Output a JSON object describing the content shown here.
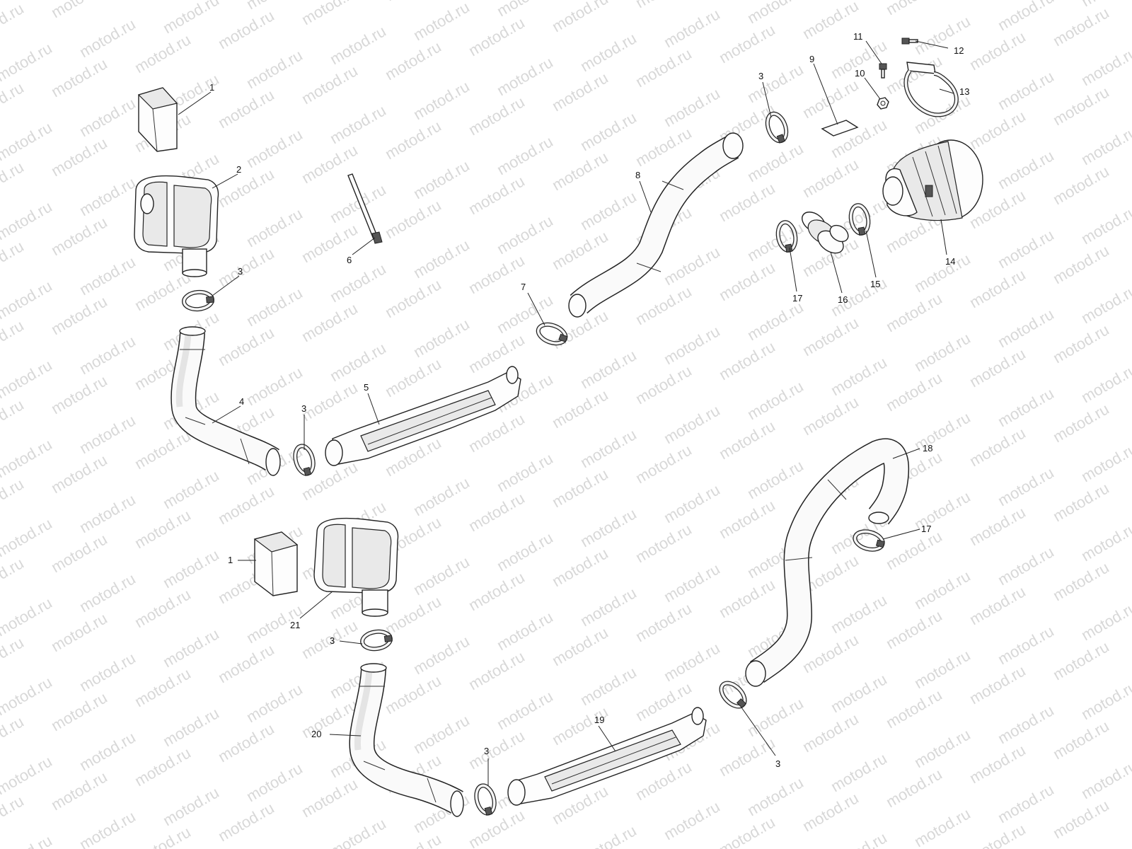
{
  "watermark": {
    "text": "motod.ru",
    "color": "#d8d8d8"
  },
  "callouts": {
    "c1a": "1",
    "c2": "2",
    "c3a": "3",
    "c4": "4",
    "c3b": "3",
    "c5": "5",
    "c6": "6",
    "c7": "7",
    "c8": "8",
    "c3c": "3",
    "c9": "9",
    "c11": "11",
    "c12": "12",
    "c10": "10",
    "c13": "13",
    "c14": "14",
    "c17a": "17",
    "c16": "16",
    "c15": "15",
    "c18": "18",
    "c17b": "17",
    "c1b": "1",
    "c21": "21",
    "c3d": "3",
    "c20": "20",
    "c19": "19",
    "c3e": "3",
    "c3f": "3"
  }
}
